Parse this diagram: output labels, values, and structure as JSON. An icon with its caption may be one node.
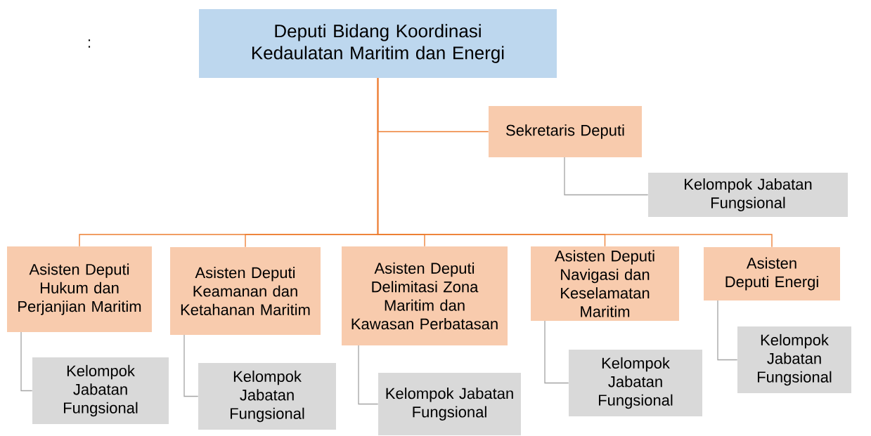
{
  "diagram": {
    "nodes": [
      {
        "text": [
          "Deputi Bidang Koordinasi Kedaulatan Maritim dan Energi"
        ]
      },
      {
        "text": [
          "Sekretaris Deputi"
        ]
      },
      {
        "text": [
          "Kelompok Jabatan Fungsional"
        ]
      },
      {
        "text": [
          "Asisten Deputi Hukum dan Perjanjian Maritim"
        ]
      },
      {
        "text": [
          "Kelompok Jabatan Fungsional"
        ]
      },
      {
        "text": [
          "Asisten Deputi Keamanan dan Ketahanan Maritim"
        ]
      },
      {
        "text": [
          "Kelompok Jabatan Fungsional"
        ]
      },
      {
        "text": [
          "Asisten Deputi Delimitasi Zona Maritim dan Kawasan Perbatasan"
        ]
      },
      {
        "text": [
          "Kelompok Jabatan Fungsional"
        ]
      },
      {
        "text": [
          "Asisten Deputi Navigasi dan Keselamatan Maritim"
        ]
      },
      {
        "text": [
          "Kelompok Jabatan Fungsional"
        ]
      },
      {
        "text": [
          "Asisten Deputi Energi"
        ]
      },
      {
        "text": [
          "Kelompok Jabatan Fungsional"
        ]
      }
    ],
    "edges": [
      {
        "from": 0,
        "to": 1,
        "arrow": "none"
      },
      {
        "from": 1,
        "to": 2,
        "arrow": "none",
        "color": "#a5a5a5"
      },
      {
        "from": 0,
        "to": 3,
        "arrow": "none"
      },
      {
        "from": 0,
        "to": 5,
        "arrow": "none"
      },
      {
        "from": 0,
        "to": 7,
        "arrow": "none"
      },
      {
        "from": 0,
        "to": 9,
        "arrow": "none"
      },
      {
        "from": 0,
        "to": 11,
        "arrow": "none"
      },
      {
        "from": 3,
        "to": 4,
        "arrow": "none",
        "color": "#a5a5a5"
      },
      {
        "from": 5,
        "to": 6,
        "arrow": "none",
        "color": "#a5a5a5"
      },
      {
        "from": 7,
        "to": 8,
        "arrow": "none",
        "color": "#a5a5a5"
      },
      {
        "from": 9,
        "to": 10,
        "arrow": "none",
        "color": "#a5a5a5"
      },
      {
        "from": 11,
        "to": 12,
        "arrow": "none",
        "color": "#a5a5a5"
      }
    ],
    "labels": [
      ":"
    ]
  }
}
